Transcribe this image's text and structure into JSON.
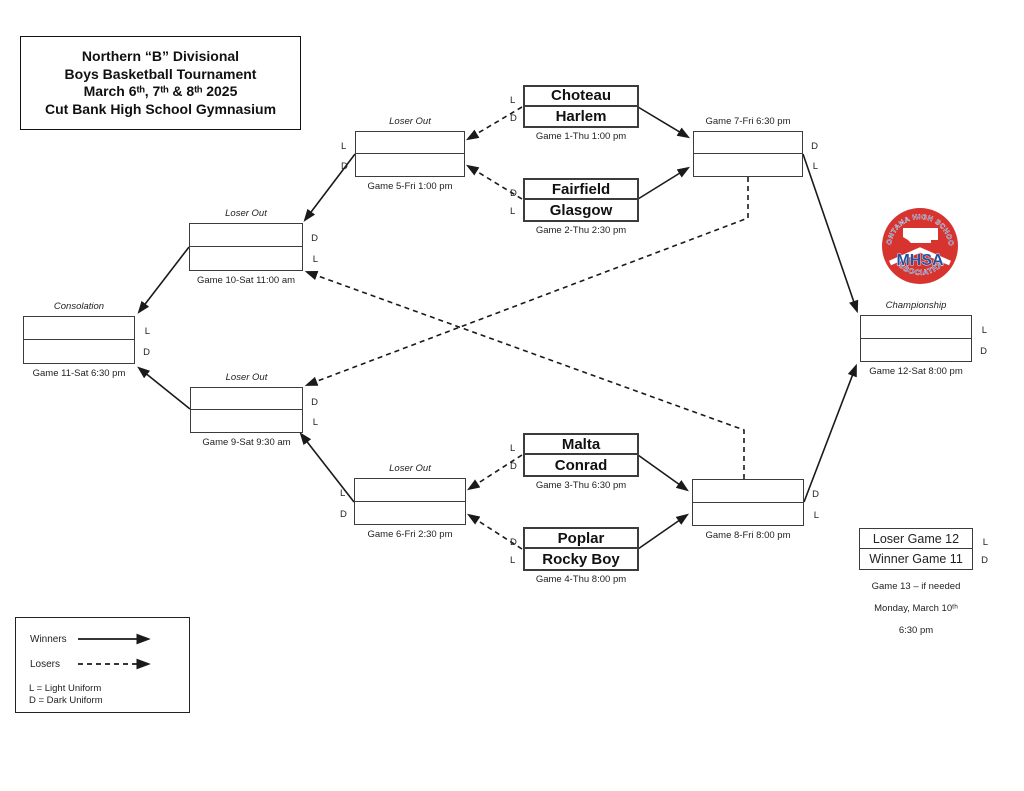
{
  "title": {
    "lines": [
      "Northern “B” Divisional",
      "Boys Basketball Tournament",
      "March 6ᵗʰ, 7ᵗʰ & 8ᵗʰ 2025",
      "Cut Bank High School Gymnasium"
    ]
  },
  "games": {
    "g1": {
      "team_top": "Choteau",
      "team_bottom": "Harlem",
      "label_top": "L",
      "label_bottom": "D",
      "caption": "Game 1-Thu 1:00 pm"
    },
    "g2": {
      "team_top": "Fairfield",
      "team_bottom": "Glasgow",
      "label_top": "D",
      "label_bottom": "L",
      "caption": "Game 2-Thu 2:30 pm"
    },
    "g3": {
      "team_top": "Malta",
      "team_bottom": "Conrad",
      "label_top": "L",
      "label_bottom": "D",
      "caption": "Game 3-Thu 6:30 pm"
    },
    "g4": {
      "team_top": "Poplar",
      "team_bottom": "Rocky Boy",
      "label_top": "D",
      "label_bottom": "L",
      "caption": "Game 4-Thu 8:00 pm"
    },
    "g5": {
      "header": "Loser Out",
      "label_top": "L",
      "label_bottom": "D",
      "caption": "Game 5-Fri 1:00 pm"
    },
    "g6": {
      "header": "Loser Out",
      "label_top": "L",
      "label_bottom": "D",
      "caption": "Game 6-Fri 2:30 pm"
    },
    "g7": {
      "caption": "Game 7-Fri 6:30 pm",
      "label_top": "D",
      "label_bottom": "L"
    },
    "g8": {
      "caption": "Game 8-Fri 8:00 pm",
      "label_top": "D",
      "label_bottom": "L"
    },
    "g9": {
      "header": "Loser Out",
      "label_top": "D",
      "label_bottom": "L",
      "caption": "Game 9-Sat 9:30 am"
    },
    "g10": {
      "header": "Loser Out",
      "label_top": "D",
      "label_bottom": "L",
      "caption": "Game 10-Sat 11:00 am"
    },
    "g11": {
      "header": "Consolation",
      "label_top": "L",
      "label_bottom": "D",
      "caption": "Game 11-Sat 6:30 pm"
    },
    "g12": {
      "header": "Championship",
      "label_top": "L",
      "label_bottom": "D",
      "caption": "Game 12-Sat 8:00 pm"
    },
    "g13": {
      "team_top": "Loser Game 12",
      "team_bottom": "Winner Game 11",
      "label_top": "L",
      "label_bottom": "D",
      "captions": [
        "Game 13 – if needed",
        "Monday, March 10ᵗʰ",
        "6:30 pm"
      ]
    }
  },
  "legend": {
    "winners": "Winners",
    "losers": "Losers",
    "light": "L = Light Uniform",
    "dark": "D = Dark Uniform"
  },
  "logo": {
    "top_text": "MONTANA HIGH SCHOOL",
    "bottom_text": "ASSOCIATION",
    "center": "MHSA",
    "red": "#d8342f",
    "blue": "#2553a4"
  }
}
